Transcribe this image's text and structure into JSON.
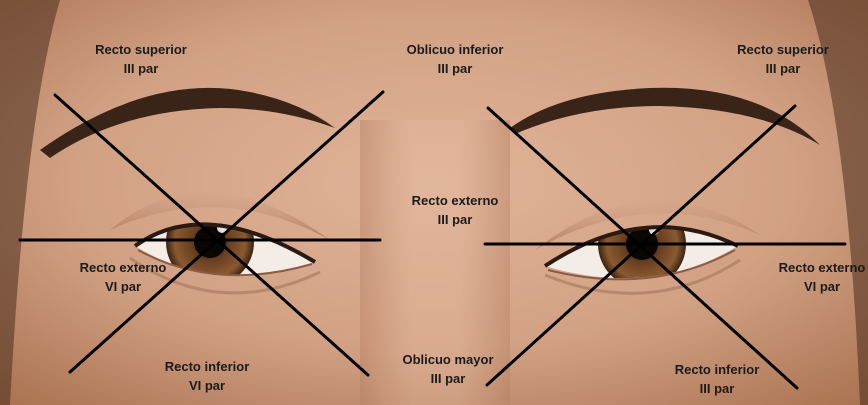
{
  "labels": {
    "left_top": {
      "line1": "Recto superior",
      "line2": "III par"
    },
    "center_top": {
      "line1": "Oblicuo inferior",
      "line2": "III par"
    },
    "right_top": {
      "line1": "Recto superior",
      "line2": "III par"
    },
    "center_mid": {
      "line1": "Recto externo",
      "line2": "III par"
    },
    "left_mid": {
      "line1": "Recto externo",
      "line2": "VI par"
    },
    "right_mid": {
      "line1": "Recto externo",
      "line2": "VI par"
    },
    "left_bottom": {
      "line1": "Recto inferior",
      "line2": "VI par"
    },
    "center_bottom": {
      "line1": "Oblicuo mayor",
      "line2": "III par"
    },
    "right_bottom": {
      "line1": "Recto inferior",
      "line2": "III par"
    }
  },
  "colors": {
    "skin_light": "#d8a98c",
    "skin_mid": "#c48f70",
    "skin_shadow": "#a9735a",
    "brow": "#3a2418",
    "iris": "#6b4122",
    "pupil": "#0a0604",
    "sclera": "#f4ece6",
    "line": "#000000",
    "text": "#1b1b1b"
  }
}
